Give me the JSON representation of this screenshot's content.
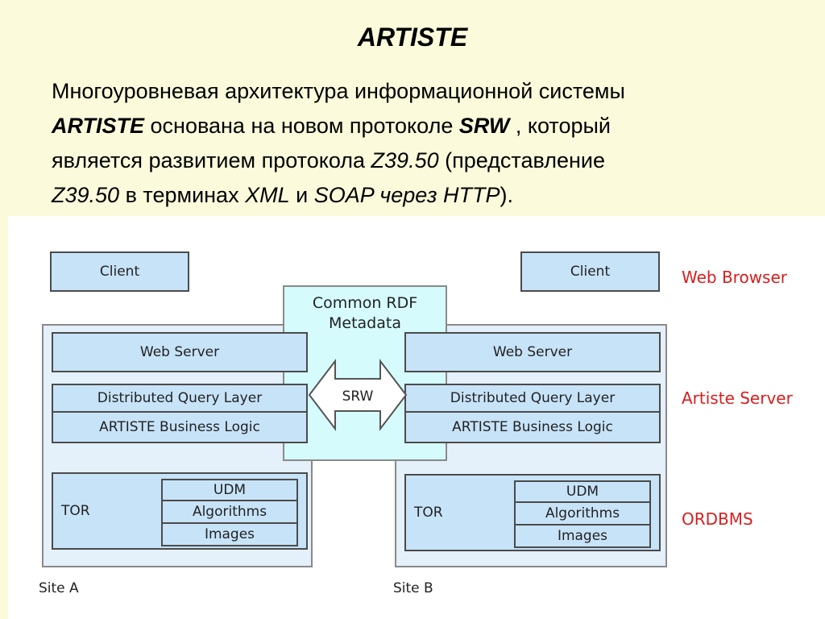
{
  "title": "ARTISTE",
  "paragraph": {
    "line1": "Многоуровневая архитектура информационной системы",
    "line2_b1": "ARTISTE",
    "line2_t1": " основана  на новом протоколе ",
    "line2_b2": "SRW",
    "line2_t2": " , который",
    "line3_t1": "является развитием протокола ",
    "line3_i1": "Z39.50",
    "line3_t2": " (представление",
    "line4_i1": "Z39.50",
    "line4_t1": " в терминах ",
    "line4_i2": "XML",
    "line4_t2": " и ",
    "line4_i3": "SOAP через HTTP",
    "line4_t3": ")."
  },
  "diagram": {
    "client": "Client",
    "web_server": "Web Server",
    "dql": "Distributed Query Layer",
    "business_logic": "ARTISTE Business Logic",
    "tor": "TOR",
    "udm": "UDM",
    "algorithms": "Algorithms",
    "images": "Images",
    "metadata_line1": "Common RDF",
    "metadata_line2": "Metadata",
    "srw": "SRW",
    "site_a": "Site A",
    "site_b": "Site B",
    "labels": {
      "web_browser": "Web Browser",
      "artiste_server": "Artiste Server",
      "ordbms": "ORDBMS"
    }
  },
  "colors": {
    "background": "#fbfbdc",
    "box_fill": "#c7e3f8",
    "site_fill": "#e4f0fa",
    "metadata_fill": "#d6fbfd",
    "label_red": "#d81e1e"
  }
}
